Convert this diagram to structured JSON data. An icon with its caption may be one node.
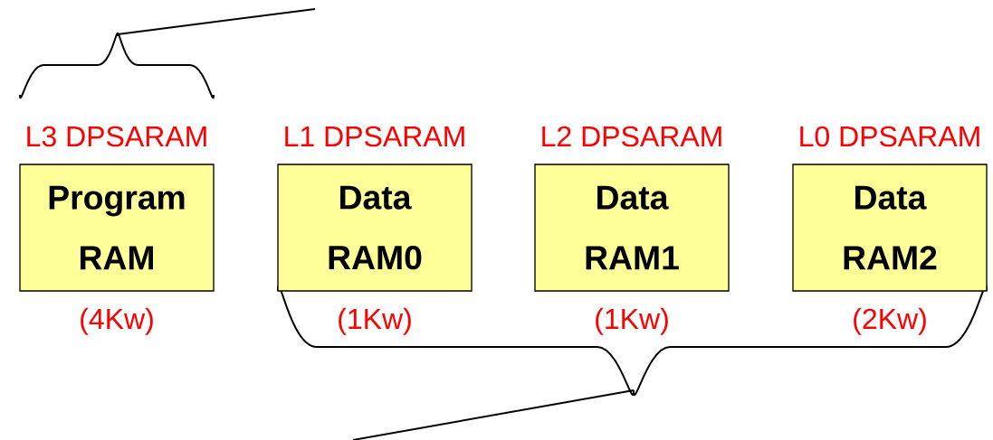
{
  "diagram": {
    "nodes": [
      {
        "text": [
          "L3 DPSARAM",
          "Program RAM"
        ],
        "beside": [
          "(4Kw)"
        ]
      },
      {
        "text": [
          "L1 DPSARAM",
          "Data RAM0"
        ],
        "beside": [
          "(1Kw)"
        ]
      },
      {
        "text": [
          "L2 DPSARAM",
          "Data RAM1"
        ],
        "beside": [
          "(1Kw)"
        ]
      },
      {
        "text": [
          "L0 DPSARAM",
          "Data RAM2"
        ],
        "beside": [
          "(2Kw)"
        ]
      }
    ]
  }
}
